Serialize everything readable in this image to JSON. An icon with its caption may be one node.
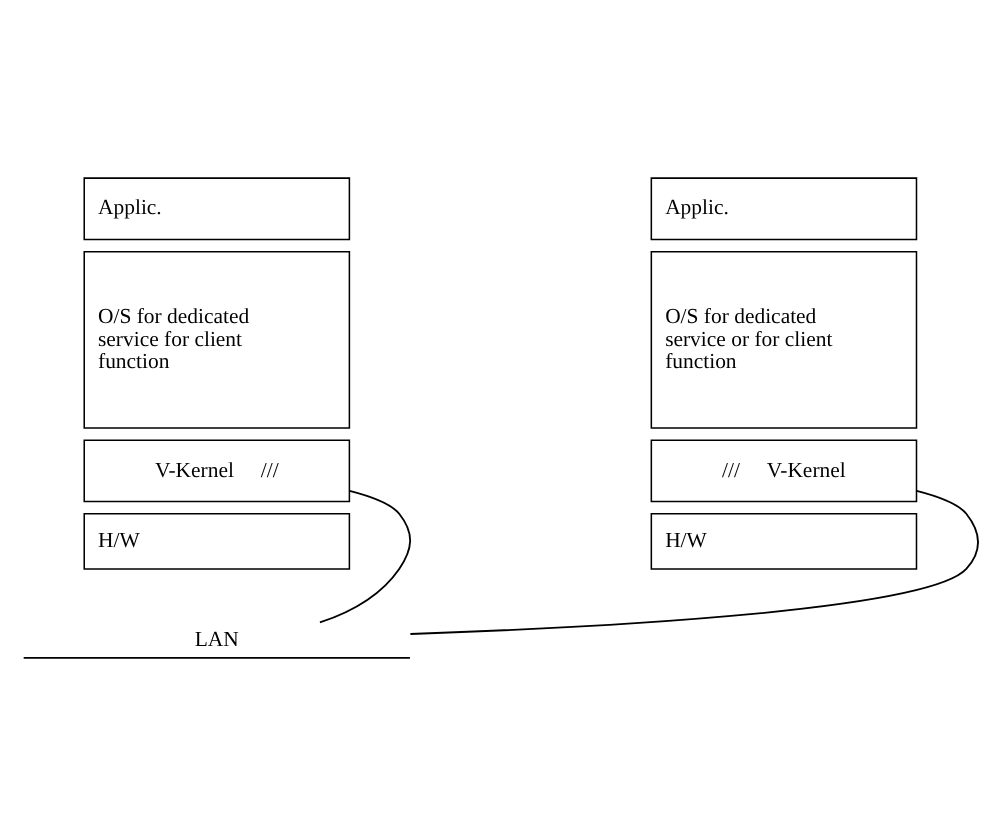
{
  "diagram": {
    "nodes": [
      {
        "text": [
          "Applic."
        ]
      },
      {
        "text": [
          "O/S for dedicated service for client function"
        ]
      },
      {
        "text": [
          "V-Kernel",
          "///"
        ]
      },
      {
        "text": [
          "H/W"
        ]
      },
      {
        "text": [
          "Applic."
        ]
      },
      {
        "text": [
          "O/S for dedicated service or for client function"
        ]
      },
      {
        "text": [
          "///",
          "V-Kernel"
        ]
      },
      {
        "text": [
          "H/W"
        ]
      },
      {
        "text": [
          "LAN"
        ]
      }
    ],
    "edges": [
      {
        "from": 2,
        "to": 8,
        "arrow": "none"
      },
      {
        "from": 6,
        "to": 8,
        "arrow": "none"
      }
    ]
  }
}
